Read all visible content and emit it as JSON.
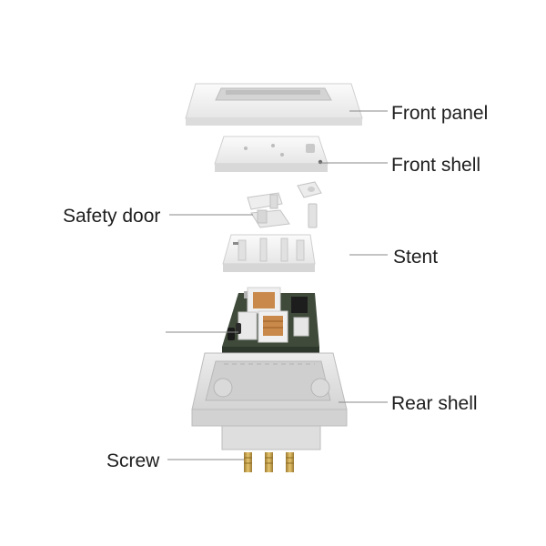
{
  "labels": {
    "front_panel": "Front panel",
    "front_shell": "Front shell",
    "safety_door": "Safety door",
    "stent": "Stent",
    "rear_shell": "Rear shell",
    "screw": "Screw"
  },
  "colors": {
    "plastic": "#f2f2f2",
    "plastic_shade": "#d9d9d9",
    "rear_shell": "#e3e3e3",
    "pcb": "#3f4a3a",
    "copper": "#c8894a",
    "brass": "#c9a24a",
    "leader_line": "#8a8a8a",
    "text": "#1e1e1e"
  }
}
